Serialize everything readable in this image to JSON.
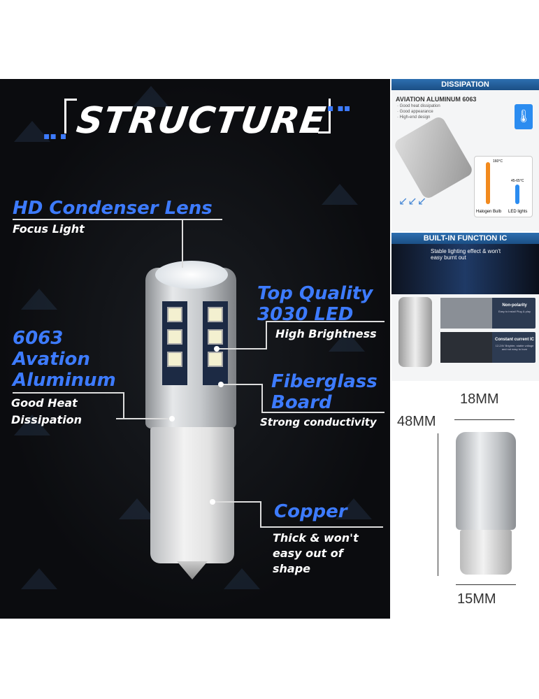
{
  "left": {
    "title": "STRUCTURE",
    "callouts": [
      {
        "heading": "HD Condenser Lens",
        "sub": "Focus Light"
      },
      {
        "heading": "Top Quality 3030 LED",
        "sub": "High Brightness"
      },
      {
        "heading": "6063 Avation Aluminum",
        "sub": "Good Heat Dissipation"
      },
      {
        "heading": "Fiberglass Board",
        "sub": "Strong conductivity"
      },
      {
        "heading": "Copper",
        "sub": "Thick & won't easy out of shape"
      }
    ]
  },
  "dissipation": {
    "band": "DISSIPATION",
    "heading": "AVIATION ALUMINUM 6063",
    "bullets": [
      "· Good heat dissipation",
      "· Good appearance",
      "· High-end design"
    ],
    "halogen_temp": "160°C",
    "led_temp": "45-65°C",
    "halogen_label": "Halogen Bulb",
    "led_label": "LED lights"
  },
  "ic": {
    "band": "BUILT-IN FUNCTION IC",
    "banner": "Stable lighting effect & won't easy burnt out",
    "features": [
      {
        "title": "Non-polarity",
        "desc": "Easy to install Plug & play"
      },
      {
        "title": "Constant current IC",
        "desc": "12-24V Brighter, stable voltage and not easy to burn"
      }
    ]
  },
  "dimensions": {
    "width_top": "18MM",
    "height": "48MM",
    "width_bottom": "15MM"
  }
}
